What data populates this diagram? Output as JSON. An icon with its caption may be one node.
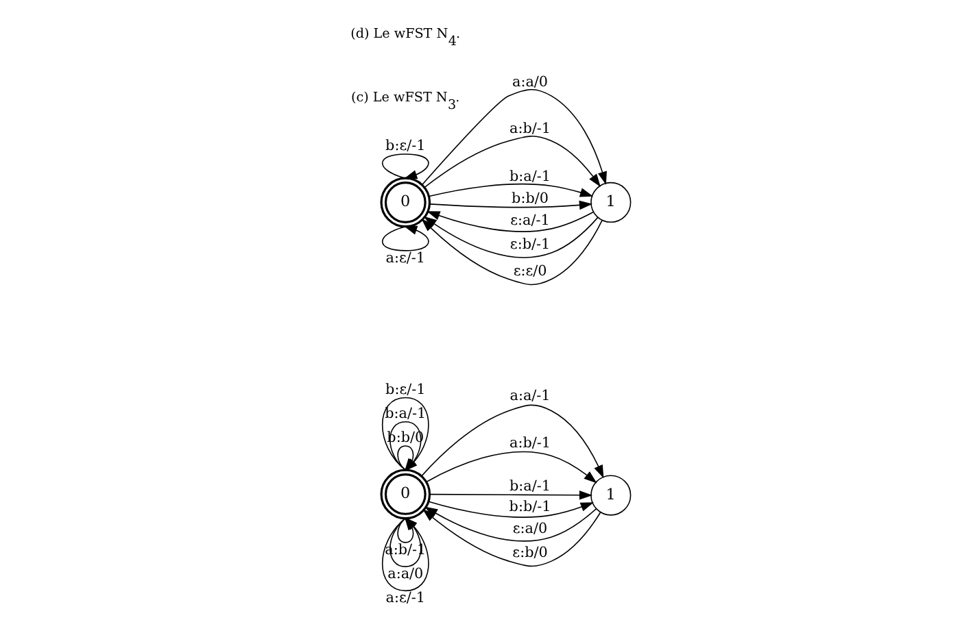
{
  "diagram": {
    "nodes": [
      {
        "text": [
          "0"
        ]
      },
      {
        "text": [
          "1"
        ]
      },
      {
        "text": [
          "0"
        ]
      },
      {
        "text": [
          "1"
        ]
      }
    ],
    "edges": [
      {
        "from": 0,
        "to": 0,
        "arrow": "to",
        "label": "b:b/0"
      },
      {
        "from": 0,
        "to": 0,
        "arrow": "to",
        "label": "b:a/-1"
      },
      {
        "from": 0,
        "to": 0,
        "arrow": "to",
        "label": "b:ε/-1"
      },
      {
        "from": 0,
        "to": 0,
        "arrow": "to",
        "label": "a:b/-1"
      },
      {
        "from": 0,
        "to": 0,
        "arrow": "to",
        "label": "a:a/0"
      },
      {
        "from": 0,
        "to": 0,
        "arrow": "to",
        "label": "a:ε/-1"
      },
      {
        "from": 0,
        "to": 1,
        "arrow": "to",
        "label": "a:a/-1"
      },
      {
        "from": 0,
        "to": 1,
        "arrow": "to",
        "label": "a:b/-1"
      },
      {
        "from": 0,
        "to": 1,
        "arrow": "to",
        "label": "b:a/-1"
      },
      {
        "from": 0,
        "to": 1,
        "arrow": "to",
        "label": "b:b/-1"
      },
      {
        "from": 1,
        "to": 0,
        "arrow": "to",
        "label": "ε:a/0"
      },
      {
        "from": 1,
        "to": 0,
        "arrow": "to",
        "label": "ε:b/0"
      },
      {
        "from": 2,
        "to": 2,
        "arrow": "to",
        "label": "b:ε/-1"
      },
      {
        "from": 2,
        "to": 2,
        "arrow": "to",
        "label": "a:ε/-1"
      },
      {
        "from": 2,
        "to": 3,
        "arrow": "to",
        "label": "a:a/0"
      },
      {
        "from": 2,
        "to": 3,
        "arrow": "to",
        "label": "a:b/-1"
      },
      {
        "from": 2,
        "to": 3,
        "arrow": "to",
        "label": "b:a/-1"
      },
      {
        "from": 2,
        "to": 3,
        "arrow": "to",
        "label": "b:b/0"
      },
      {
        "from": 3,
        "to": 2,
        "arrow": "to",
        "label": "ε:a/-1"
      },
      {
        "from": 3,
        "to": 2,
        "arrow": "to",
        "label": "ε:b/-1"
      },
      {
        "from": 3,
        "to": 2,
        "arrow": "to",
        "label": "ε:ε/0"
      }
    ],
    "labels": [
      "(c) Le wFST N$_{3}$.",
      "(d) Le wFST N$_{4}$."
    ]
  }
}
